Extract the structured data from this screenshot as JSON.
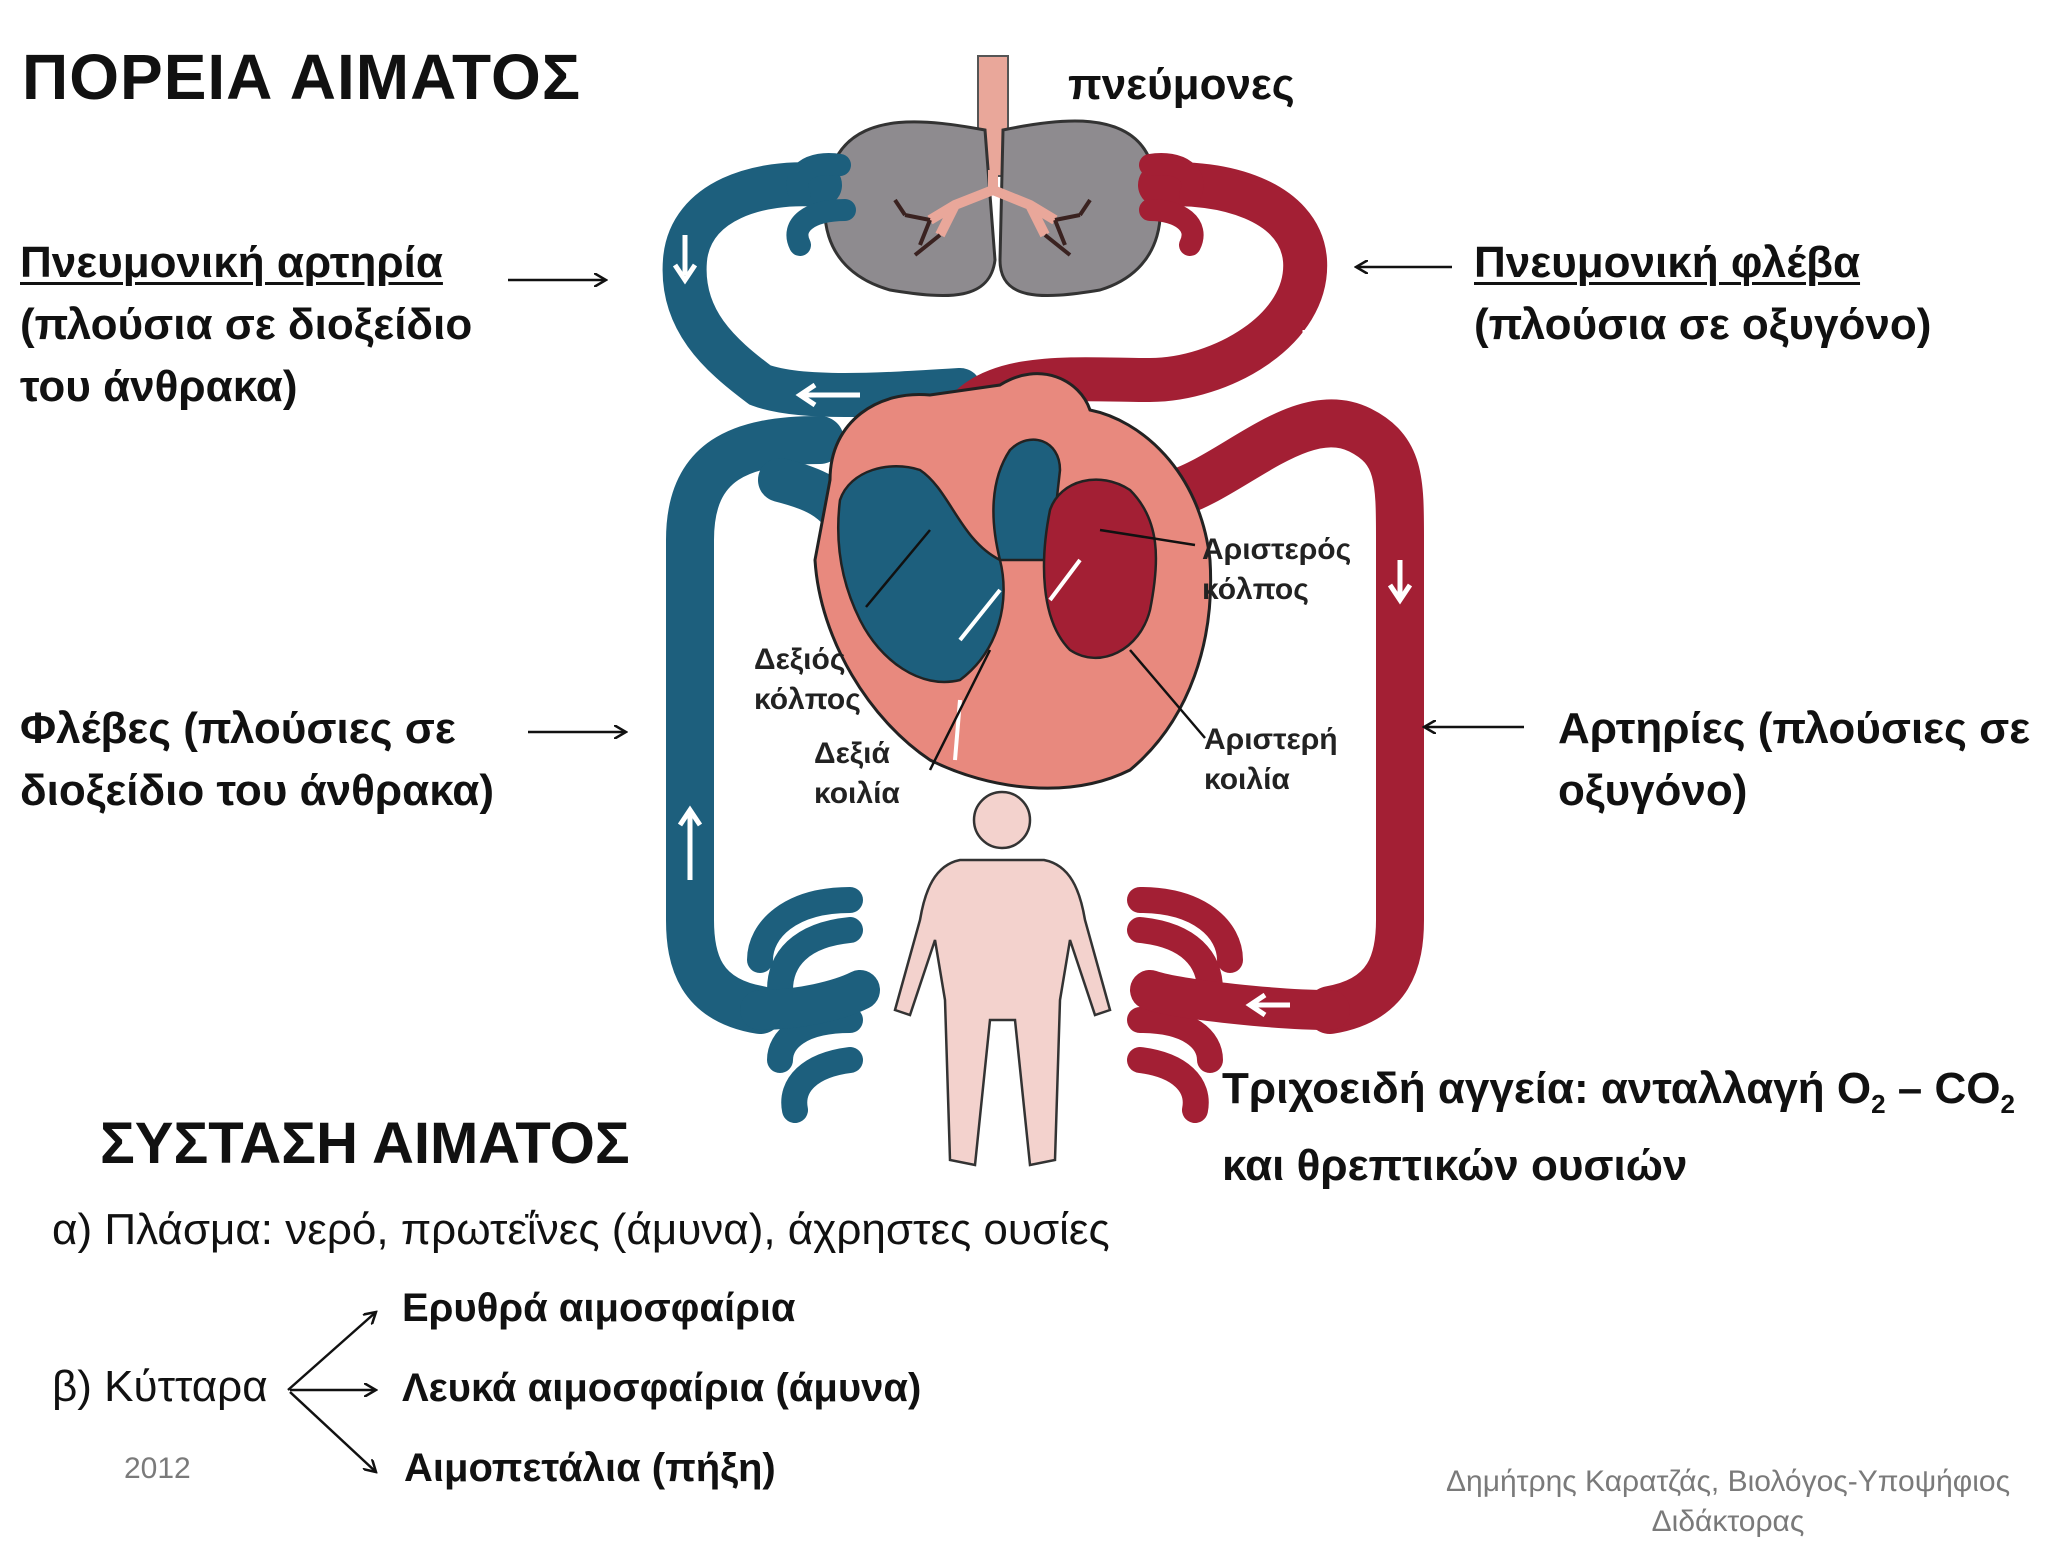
{
  "title": "ΠΟΡΕΙΑ ΑΙΜΑΤΟΣ",
  "lungs_label": "πνεύμονες",
  "pulmonary_artery": {
    "name": "Πνευμονική αρτηρία",
    "line2": "(πλούσια σε διοξείδιο",
    "line3": "του άνθρακα)"
  },
  "pulmonary_vein": {
    "name": "Πνευμονική φλέβα",
    "line2": "(πλούσια σε οξυγόνο)"
  },
  "veins": {
    "line1": "Φλέβες (πλούσιες σε",
    "line2": "διοξείδιο του άνθρακα)"
  },
  "arteries": {
    "line1": "Αρτηρίες (πλούσιες σε",
    "line2": "οξυγόνο)"
  },
  "heart_chambers": {
    "right_atrium": {
      "l1": "Δεξιός",
      "l2": "κόλπος"
    },
    "right_ventricle": {
      "l1": "Δεξιά",
      "l2": "κοιλία"
    },
    "left_atrium": {
      "l1": "Αριστερός",
      "l2": "κόλπος"
    },
    "left_ventricle": {
      "l1": "Αριστερή",
      "l2": "κοιλία"
    }
  },
  "capillaries": {
    "prefix": "Τριχοειδή αγγεία: ανταλλαγή O",
    "o_sub": "2",
    "mid": " – CO",
    "co_sub": "2",
    "line2": "και θρεπτικών ουσιών"
  },
  "composition_title": "ΣΥΣΤΑΣΗ ΑΙΜΑΤΟΣ",
  "plasma": "α) Πλάσμα: νερό, πρωτεΐνες (άμυνα), άχρηστες ουσίες",
  "cells": {
    "label": "β) Κύτταρα",
    "items": [
      "Ερυθρά αιμοσφαίρια",
      "Λευκά αιμοσφαίρια (άμυνα)",
      "Αιμοπετάλια (πήξη)"
    ]
  },
  "year": "2012",
  "author": {
    "line1": "Δημήτρης Καρατζάς, Βιολόγος-Υποψήφιος",
    "line2": "Διδάκτορας"
  },
  "colors": {
    "oxygenated": "#a31f34",
    "deoxygenated": "#1d5f7d",
    "heart": "#e8897e",
    "lung": "#8e8b8f",
    "body": "#f3d2cd"
  }
}
